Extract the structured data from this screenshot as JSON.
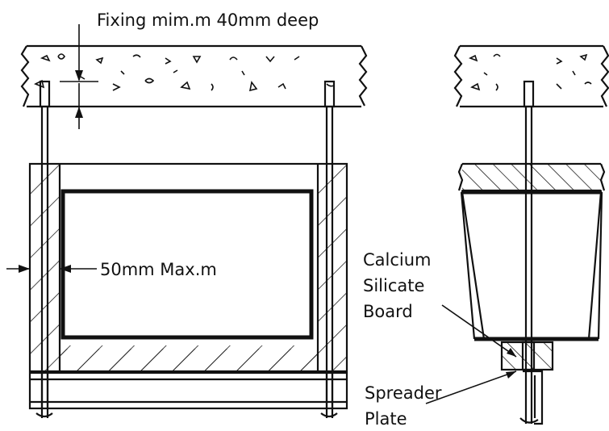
{
  "labels": {
    "fixing": "Fixing mim.m 40mm deep",
    "max": "50mm Max.m",
    "board1": "Calcium",
    "board2": "Silicate",
    "board3": "Board",
    "plate1": "Spreader",
    "plate2": "Plate"
  },
  "colors": {
    "ink": "#111111",
    "paper": "#ffffff"
  }
}
